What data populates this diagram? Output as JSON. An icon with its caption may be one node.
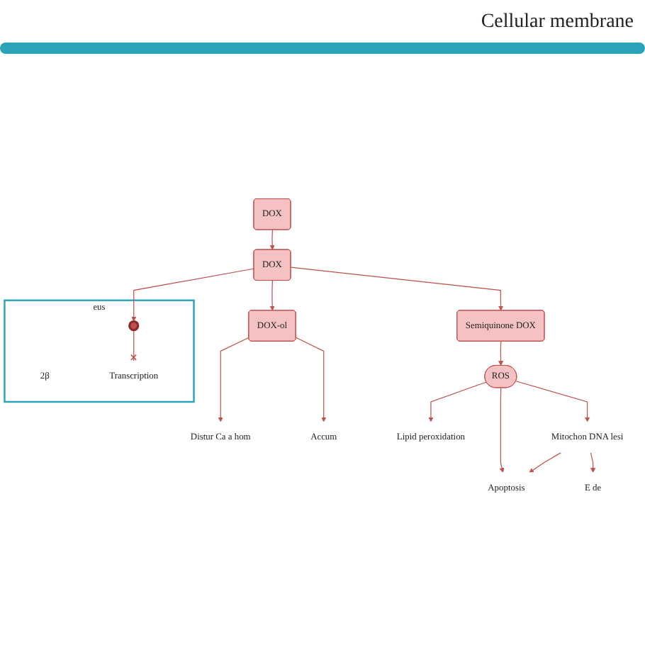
{
  "diagram": {
    "nodes": [
      {
        "text": [
          "DOX"
        ]
      },
      {
        "text": [
          "DOX"
        ]
      },
      {
        "text": [
          "DOX-ol"
        ]
      },
      {
        "text": [
          "Distur Ca a hom"
        ]
      },
      {
        "text": [
          "Accum"
        ]
      },
      {
        "text": [
          "Semiquinone DOX"
        ]
      },
      {
        "text": [
          "ROS"
        ]
      },
      {
        "text": [
          "Mitochon DNA lesi"
        ]
      },
      {
        "text": [
          "Lipid peroxidation"
        ]
      },
      {
        "text": [
          "Apoptosis"
        ]
      },
      {
        "text": [
          "E de"
        ]
      },
      {
        "text": [
          "eus"
        ]
      },
      {
        "text": [
          "2β"
        ],
        "in": 11
      },
      {
        "text": [],
        "shape": "circle",
        "in": 11
      },
      {
        "text": [
          "Transcription"
        ],
        "in": 11
      }
    ],
    "edges": [
      {
        "from": 0,
        "to": 1,
        "arrow": "to"
      },
      {
        "from": 1,
        "to": 2,
        "arrow": "to"
      },
      {
        "from": 2,
        "to": 3,
        "arrow": "to"
      },
      {
        "from": 2,
        "to": 4,
        "arrow": "to"
      },
      {
        "from": 1,
        "to": 13,
        "arrow": "to"
      },
      {
        "from": 1,
        "to": 5,
        "arrow": "to"
      },
      {
        "from": 13,
        "to": 14,
        "arrow": "other"
      },
      {
        "from": 5,
        "to": 6,
        "arrow": "to"
      },
      {
        "from": 6,
        "to": 7,
        "arrow": "to"
      },
      {
        "from": 6,
        "to": 9,
        "arrow": "to"
      },
      {
        "from": 6,
        "to": 8,
        "arrow": "to"
      },
      {
        "from": 7,
        "to": 9,
        "arrow": "to"
      },
      {
        "from": 7,
        "to": 10,
        "arrow": "to"
      }
    ],
    "labels": [
      "Cellular membrane"
    ]
  }
}
